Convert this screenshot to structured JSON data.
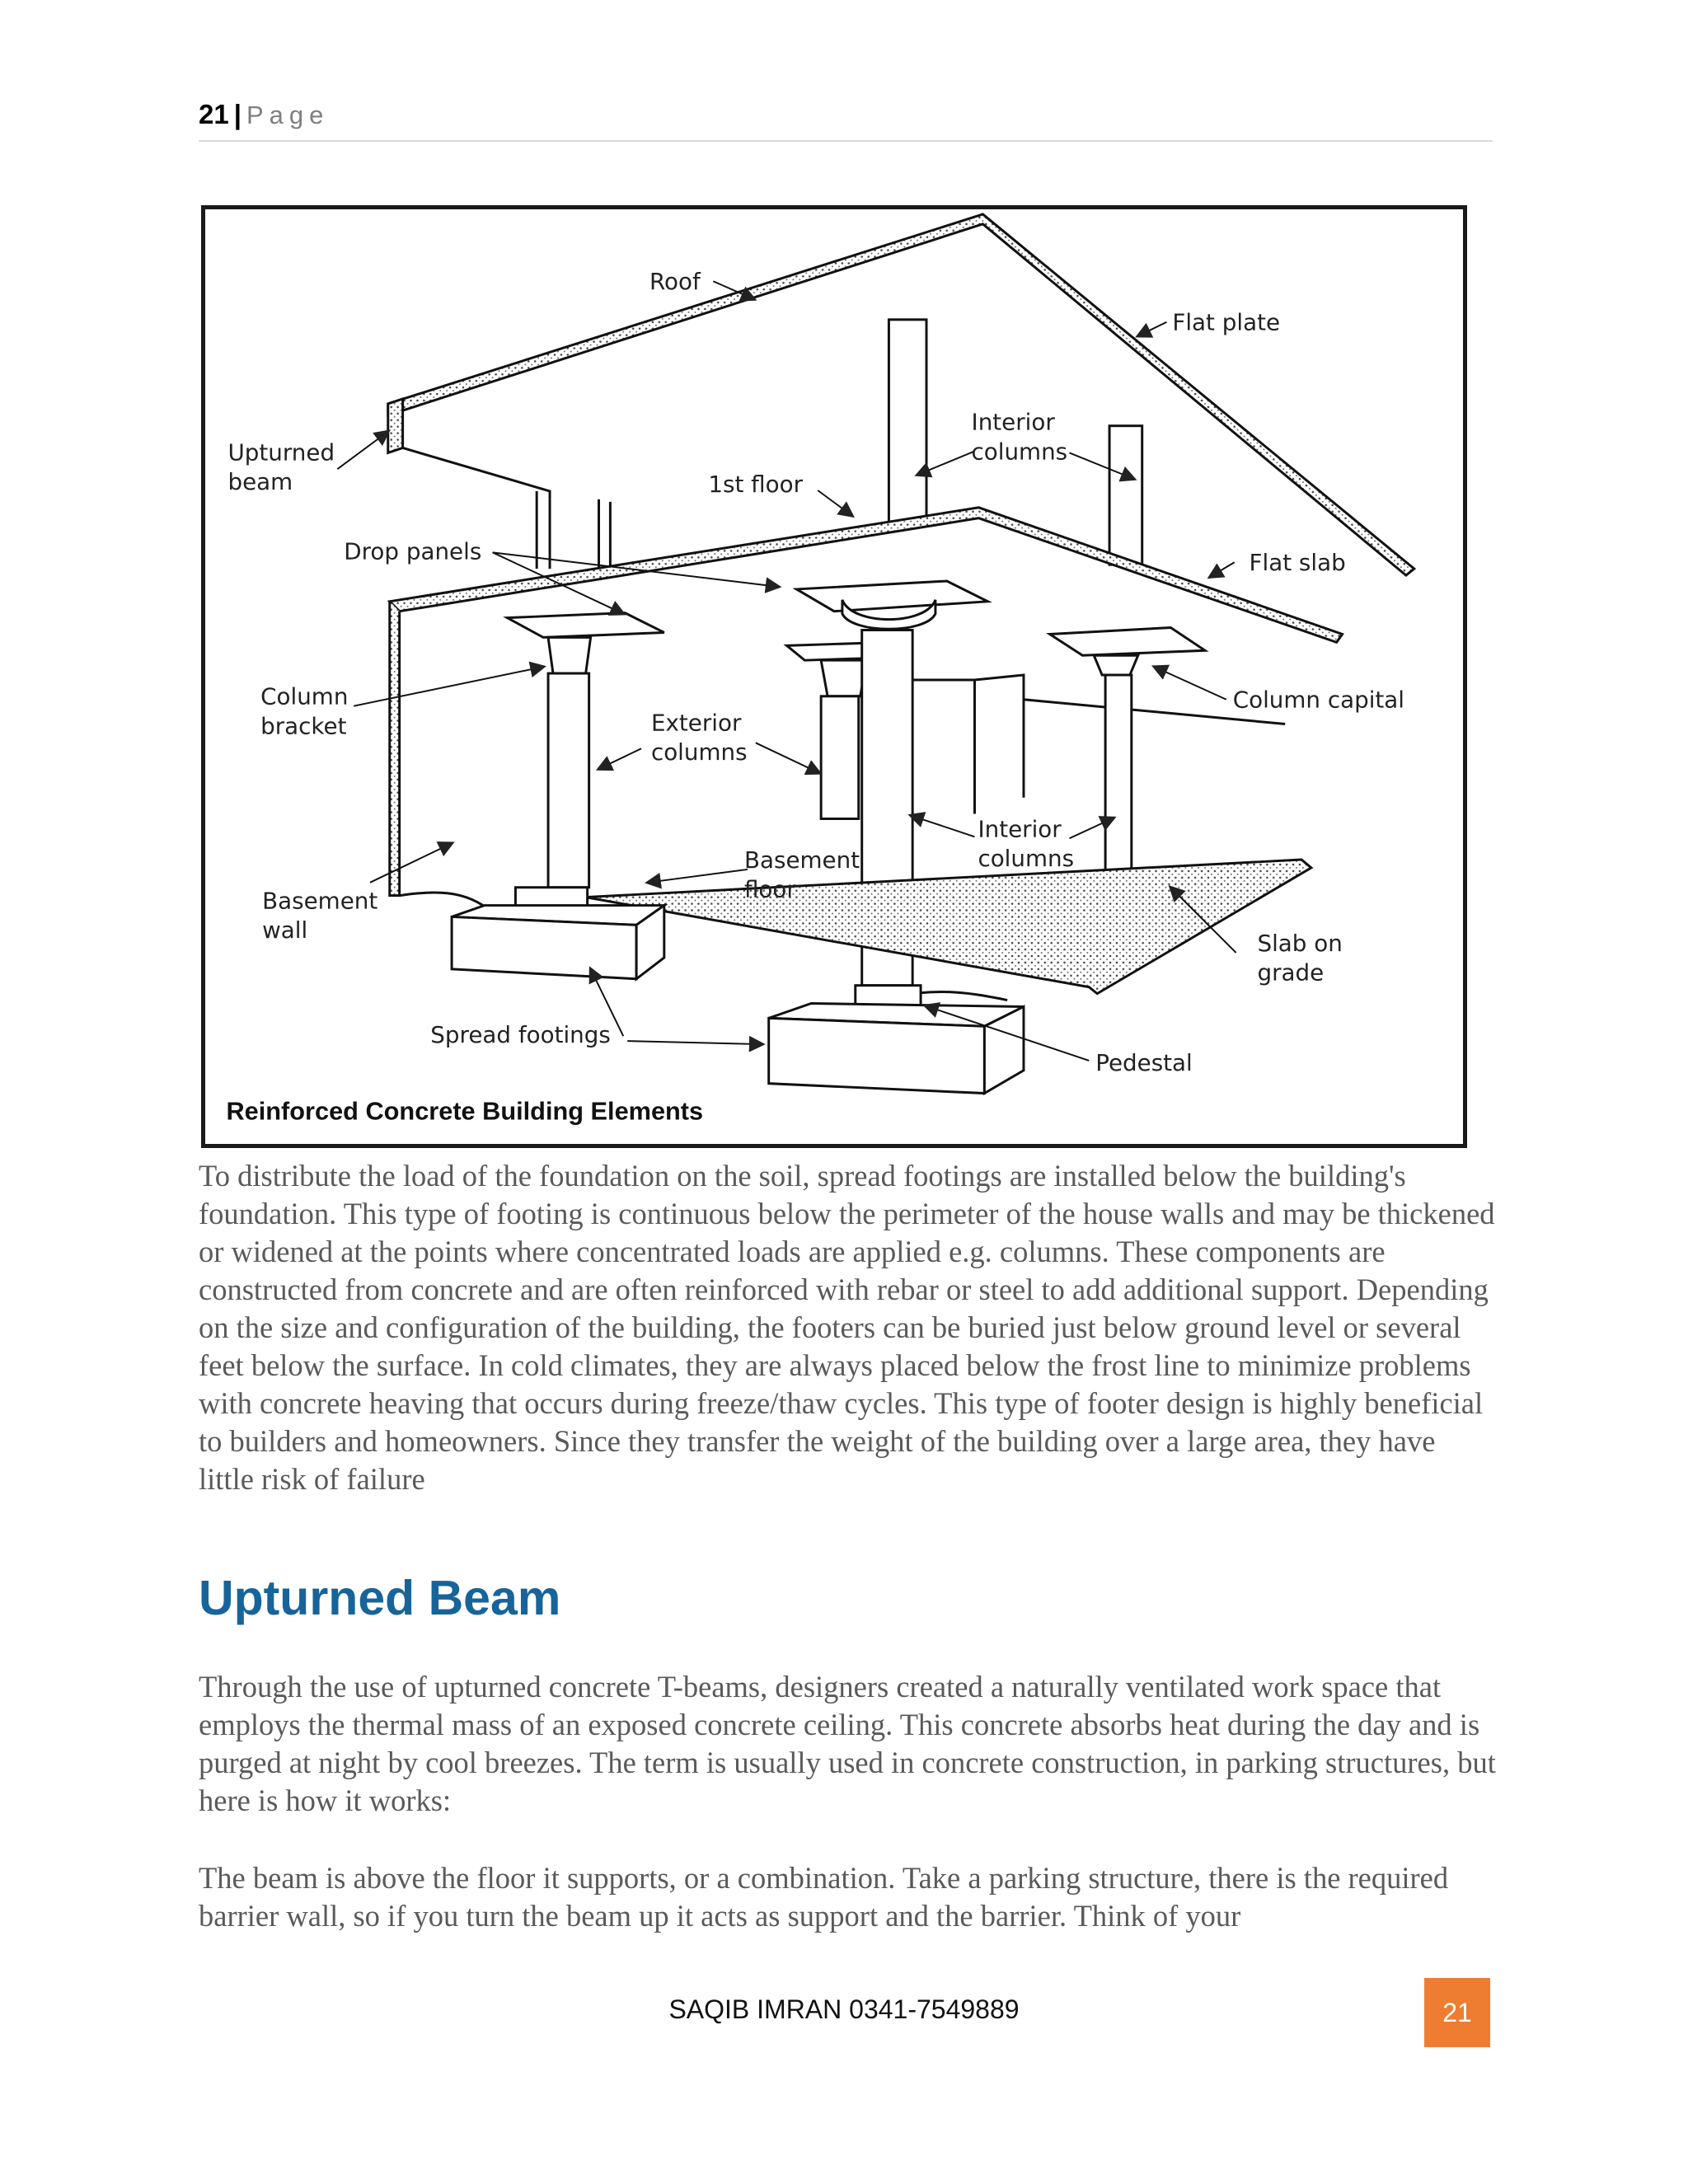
{
  "header": {
    "page_number": "21",
    "separator": "|",
    "page_word": "Page"
  },
  "figure": {
    "labels": {
      "roof": "Roof",
      "flat_plate": "Flat plate",
      "upturned_beam_1": "Upturned",
      "upturned_beam_2": "beam",
      "interior_columns_top_1": "Interior",
      "interior_columns_top_2": "columns",
      "first_floor": "1st floor",
      "drop_panels": "Drop panels",
      "flat_slab": "Flat slab",
      "column_bracket_1": "Column",
      "column_bracket_2": "bracket",
      "column_capital": "Column capital",
      "exterior_columns_1": "Exterior",
      "exterior_columns_2": "columns",
      "interior_columns_bottom_1": "Interior",
      "interior_columns_bottom_2": "columns",
      "basement_floor_1": "Basement",
      "basement_floor_2": "floor",
      "basement_wall_1": "Basement",
      "basement_wall_2": "wall",
      "slab_on_grade_1": "Slab on",
      "slab_on_grade_2": "grade",
      "spread_footings": "Spread footings",
      "pedestal": "Pedestal"
    },
    "caption": "Reinforced Concrete Building Elements"
  },
  "paragraph1": "To distribute the load of the foundation on the soil, spread footings are installed below the building's foundation. This type of footing is continuous below the perimeter of the house walls and may be thickened or widened at the points where concentrated loads are applied e.g. columns. These components are constructed from concrete and are often reinforced with rebar or steel to add additional support. Depending on the size and configuration of the building, the footers can be buried just below ground level or several feet below the surface. In cold climates, they are always placed below the frost line to minimize problems with concrete heaving that occurs during freeze/thaw cycles. This type of footer design is highly beneficial to builders and homeowners. Since they transfer the weight of the building over a large area, they have little risk of failure",
  "heading": "Upturned Beam",
  "paragraph2": "Through the use of upturned concrete T-beams, designers created a naturally ventilated work space that employs the thermal mass of an exposed concrete ceiling. This concrete absorbs heat during the day and is purged at night by cool breezes. The term is usually used in concrete construction, in parking structures, but here is how it works:",
  "paragraph3": "The beam is above the floor it supports, or a combination. Take a parking structure, there is the required barrier wall, so if you turn the beam up it acts as support and the barrier. Think of your",
  "footer": {
    "author": "SAQIB IMRAN 0341-7549889",
    "page_badge": "21"
  }
}
